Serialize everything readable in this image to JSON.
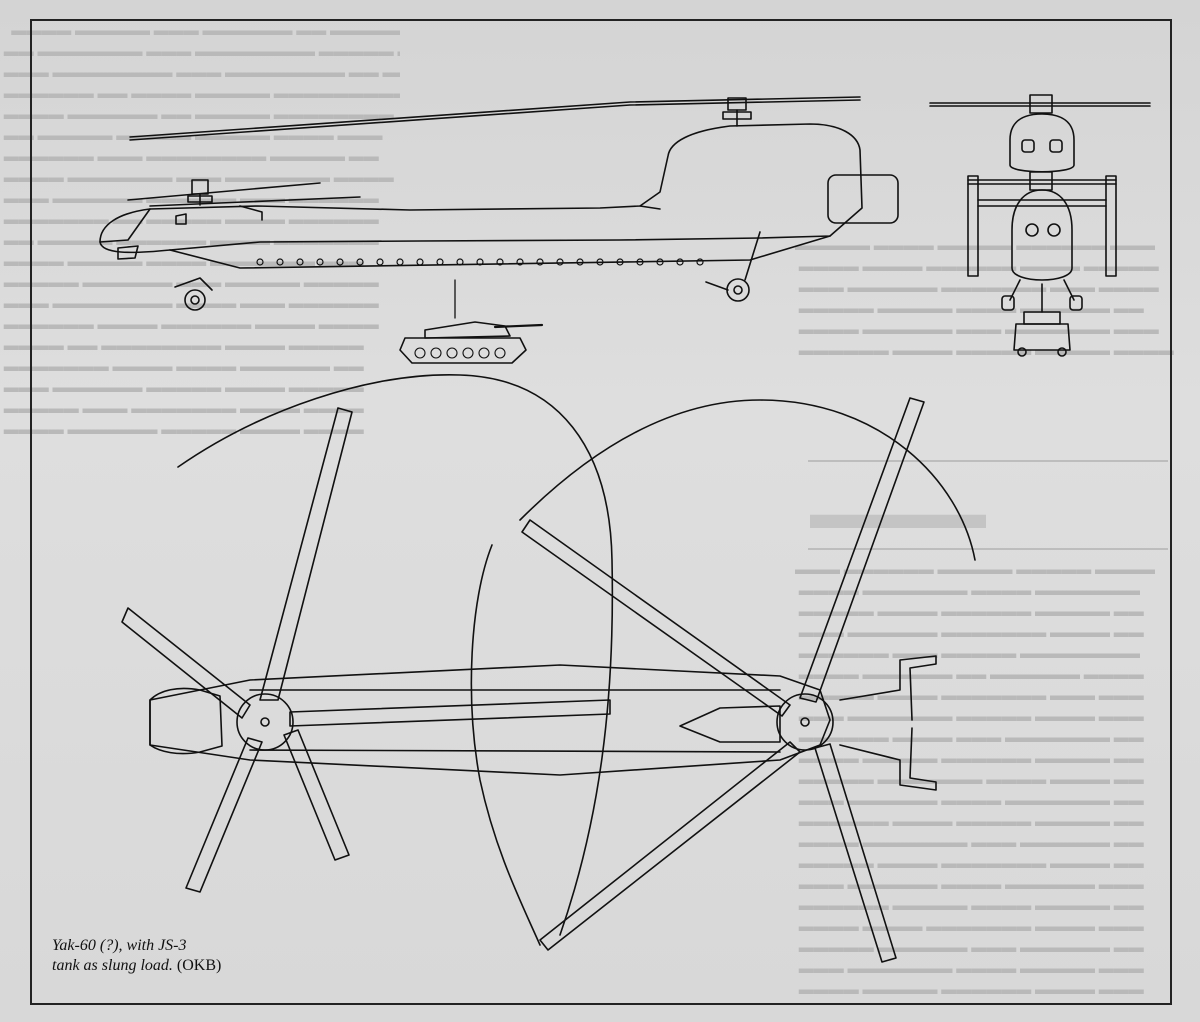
{
  "caption": {
    "line1": "Yak-60 (?), with JS-3",
    "line2": "tank as slung load.",
    "credit": "(OKB)"
  }
}
